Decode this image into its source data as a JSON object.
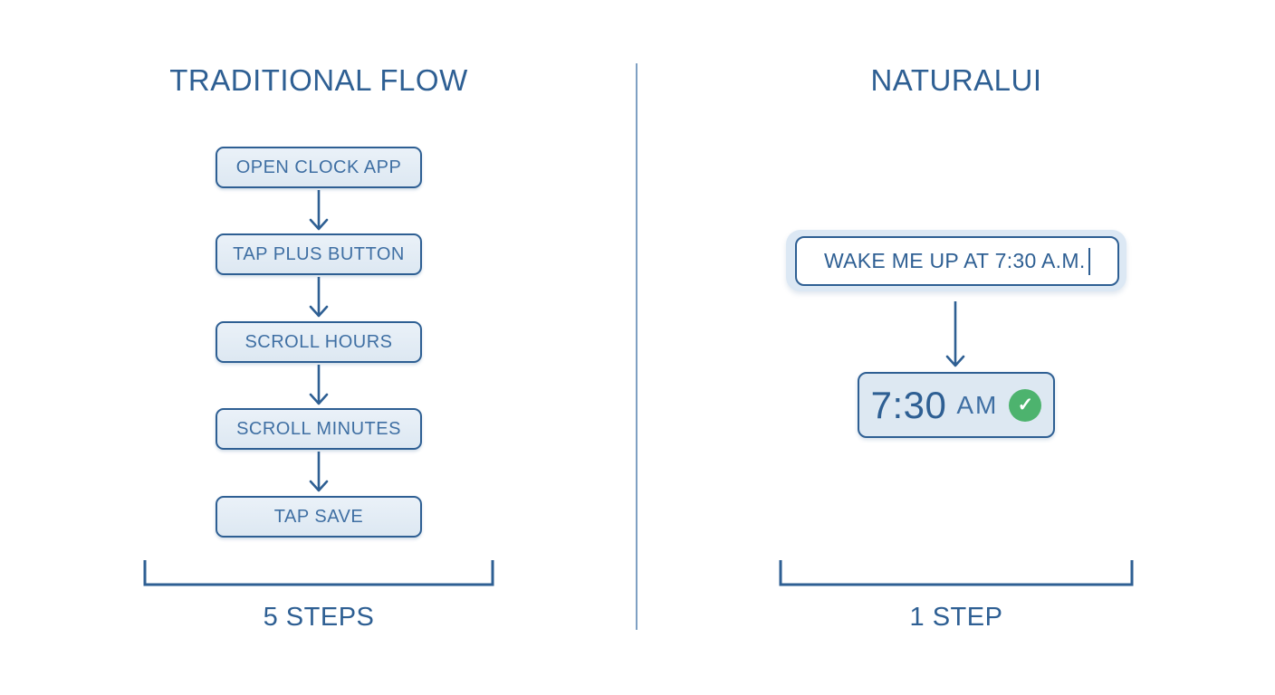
{
  "left": {
    "title": "TRADITIONAL FLOW",
    "steps": [
      "OPEN CLOCK APP",
      "TAP PLUS BUTTON",
      "SCROLL HOURS",
      "SCROLL MINUTES",
      "TAP SAVE"
    ],
    "count_label": "5 STEPS"
  },
  "right": {
    "title": "NATURALUI",
    "input_value": "WAKE ME UP AT 7:30 A.M.",
    "result": {
      "time": "7:30",
      "meridiem": "AM"
    },
    "check_icon": "✓",
    "count_label": "1 STEP"
  },
  "colors": {
    "ink": "#2e5f93",
    "box_text": "#3f6fa3",
    "box_fill_top": "#eaf1f8",
    "box_fill_bottom": "#dde8f2",
    "input_halo": "#dce8f4",
    "success_green": "#4db36e",
    "divider": "#7fa0c3",
    "background": "#ffffff"
  }
}
